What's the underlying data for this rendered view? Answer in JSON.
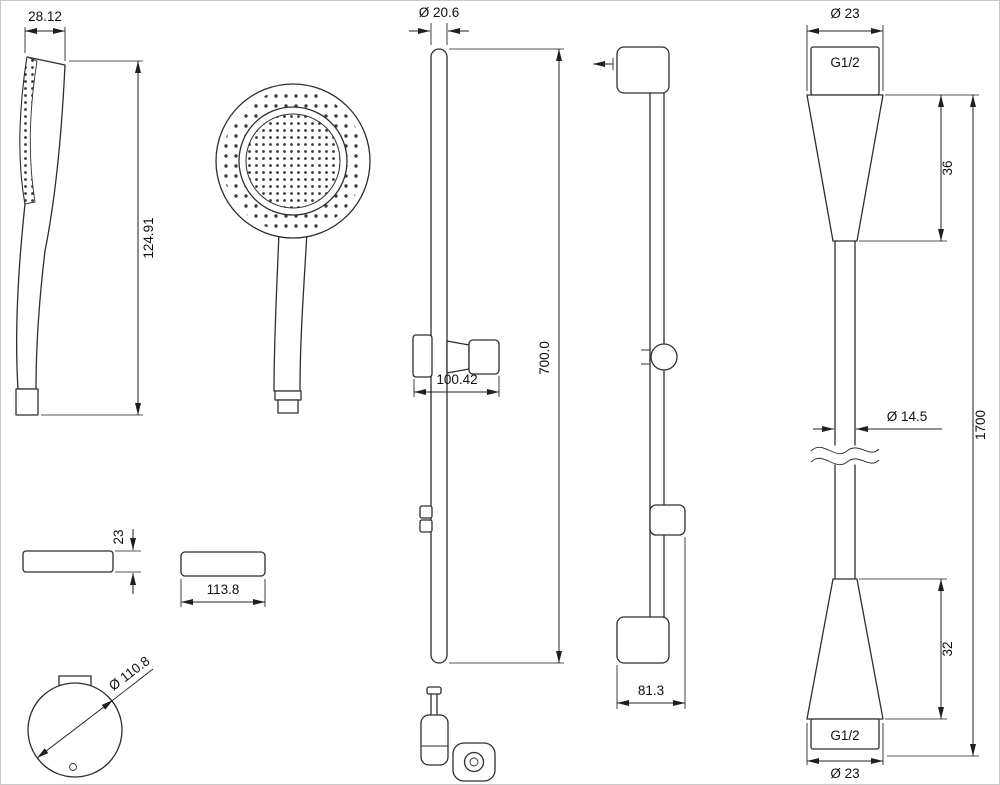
{
  "drawing": {
    "hand_shower": {
      "width": "28.12",
      "length": "124.91",
      "face_diameter": "Ø 110.8"
    },
    "slide_bar": {
      "tube_diameter": "Ø 20.6",
      "holder_length": "100.42",
      "bar_length": "700.0",
      "base_width": "81.3"
    },
    "wall_plate": {
      "thickness": "23",
      "width": "113.8"
    },
    "hose": {
      "top_nut_diameter": "Ø 23",
      "top_thread": "G1/2",
      "top_sleeve_length": "36",
      "tube_diameter": "Ø 14.5",
      "length": "1700",
      "bottom_sleeve_length": "32",
      "bottom_thread": "G1/2",
      "bottom_nut_diameter": "Ø 23"
    }
  }
}
